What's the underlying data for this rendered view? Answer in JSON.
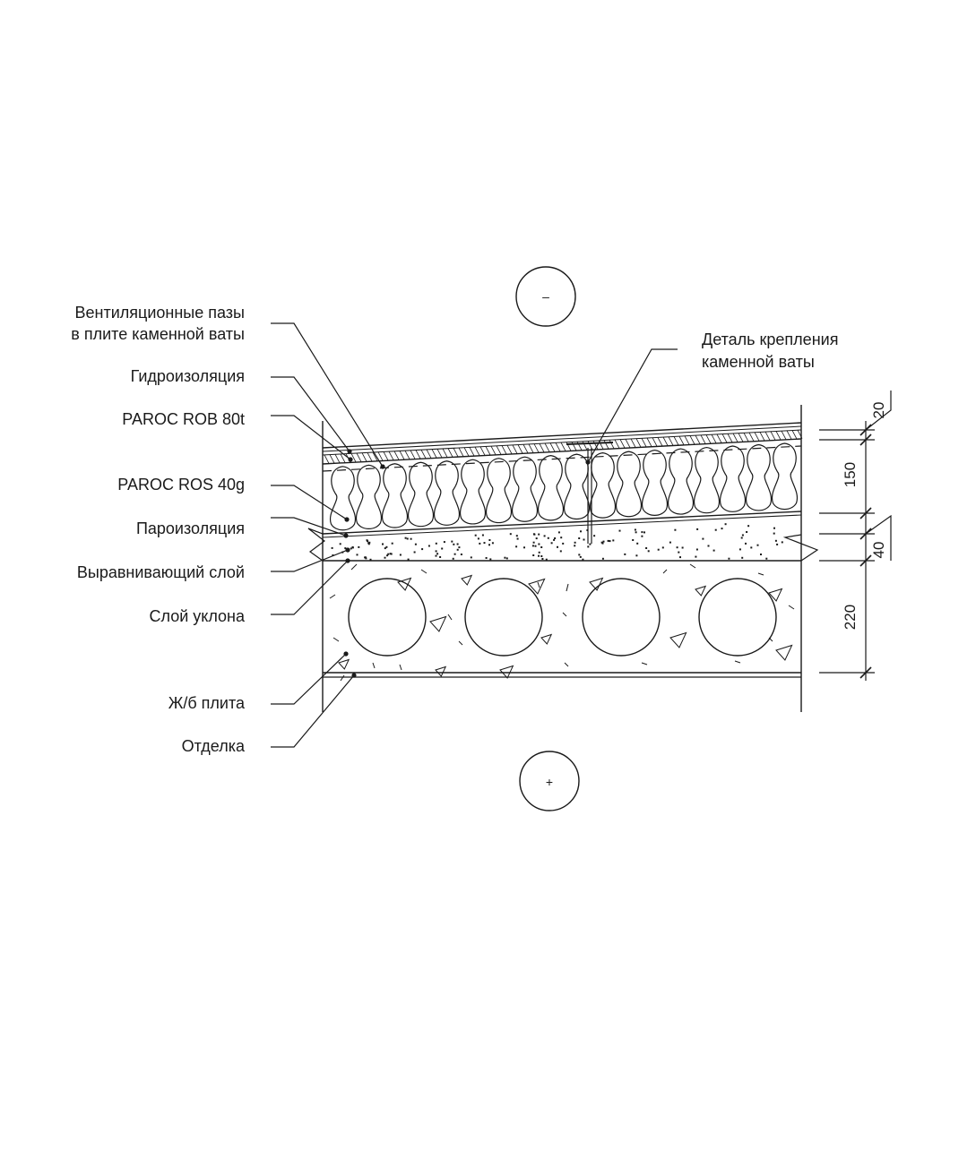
{
  "labels": {
    "vent_line1": "Вентиляционные пазы",
    "vent_line2": "в плите каменной ваты",
    "waterproofing": "Гидроизоляция",
    "rob": "PAROC ROB 80t",
    "ros": "PAROC ROS 40g",
    "vapor": "Пароизоляция",
    "leveling": "Выравнивающий слой",
    "slope": "Слой уклона",
    "slab": "Ж/б плита",
    "finish": "Отделка",
    "fastener_line1": "Деталь крепления",
    "fastener_line2": "каменной ваты"
  },
  "symbols": {
    "top": "–",
    "bottom": "+"
  },
  "dimensions": {
    "d20": "20",
    "d150": "150",
    "d40": "40",
    "d220": "220"
  },
  "colors": {
    "ink": "#1a1a1a",
    "background": "#ffffff"
  }
}
